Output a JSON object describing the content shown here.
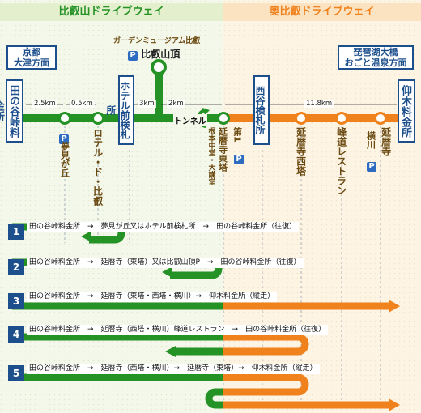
{
  "headers": {
    "left": "比叡山ドライブウェイ",
    "right": "奥比叡ドライブウェイ"
  },
  "ends": {
    "left_from": "京都\n大津方面",
    "right_from": "琵琶湖大橋\nおごと温泉方面",
    "left_gate": "田の谷峠料金所",
    "right_gate": "仰木料金所"
  },
  "summit": {
    "caption": "ガーデンミュージアム比叡",
    "label": "比叡山頂"
  },
  "stops": {
    "yumemigaoka": "夢見が丘",
    "hotel": "ロテル・ド・比叡",
    "hotel_gate": "ホテル前検札所",
    "tunnel": "トンネル",
    "toto": "延暦寺東塔",
    "toto_sub": "根本中堂・大講堂",
    "p1": "第1",
    "nishidani": "西谷検札所",
    "saito": "延暦寺西塔",
    "toge": "峰道レストラン",
    "yokawa_p": "横川",
    "yokawa": "延暦寺"
  },
  "distances": [
    "2.5km",
    "0.5km",
    "3km",
    "2km",
    "11.8km"
  ],
  "p_mark": "P",
  "routes": [
    {
      "num": "1",
      "text": "田の谷峠料金所　→　夢見が丘又はホテル前検札所　→　田の谷峠料金所（往復）"
    },
    {
      "num": "2",
      "text": "田の谷峠料金所　→　延暦寺（東塔）又は比叡山頂P　→　田の谷峠料金所（往復）"
    },
    {
      "num": "3",
      "text": "田の谷峠料金所　→　延暦寺（東塔・西塔・横川）→　仰木料金所（縦走）"
    },
    {
      "num": "4",
      "text": "田の谷峠料金所　→　延暦寺（西塔・横川）峰道レストラン　→　田の谷峠料金所（往復）"
    },
    {
      "num": "5",
      "text": "田の谷峠料金所　→　延暦寺（西塔・横川）→　延暦寺（東塔）→　仰木料金所（縦走）"
    }
  ],
  "colors": {
    "green": "#249224",
    "orange": "#f0821e",
    "navy": "#1d4f8c"
  }
}
